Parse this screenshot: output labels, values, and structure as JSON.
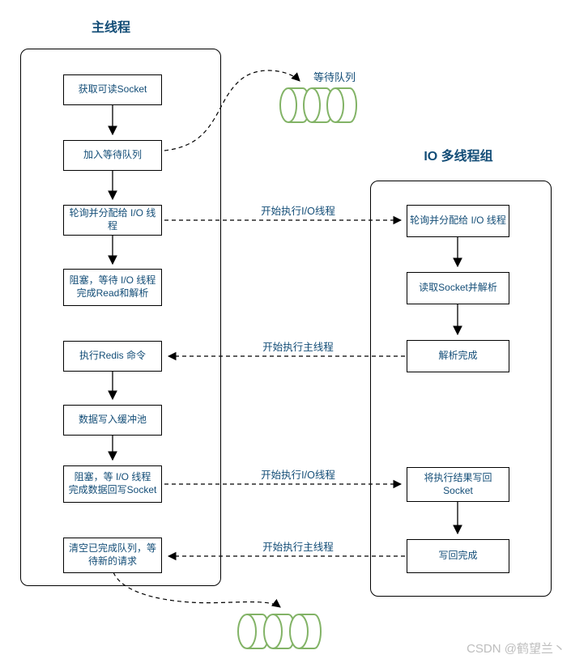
{
  "main_thread": {
    "title": "主线程",
    "boxes": [
      {
        "label": "获取可读Socket"
      },
      {
        "label": "加入等待队列"
      },
      {
        "label": "轮询并分配给 I/O 线程"
      },
      {
        "label": "阻塞，等待 I/O 线程\n完成Read和解析"
      },
      {
        "label": "执行Redis 命令"
      },
      {
        "label": "数据写入缓冲池"
      },
      {
        "label": "阻塞，等 I/O 线程\n完成数据回写Socket"
      },
      {
        "label": "清空已完成队列，等\n待新的请求"
      }
    ]
  },
  "io_thread_group": {
    "title": "IO 多线程组",
    "boxes": [
      {
        "label": "轮询并分配给 I/O 线程"
      },
      {
        "label": "读取Socket并解析"
      },
      {
        "label": "解析完成"
      },
      {
        "label": "将执行结果写回\nSocket"
      },
      {
        "label": "写回完成"
      }
    ]
  },
  "queues": {
    "wait_queue_label": "等待队列"
  },
  "cross_arrows": [
    {
      "label": "开始执行I/O线程",
      "direction": "right"
    },
    {
      "label": "开始执行主线程",
      "direction": "left"
    },
    {
      "label": "开始执行I/O线程",
      "direction": "right"
    },
    {
      "label": "开始执行主线程",
      "direction": "left"
    }
  ],
  "colors": {
    "text_blue": "#134d77",
    "queue_green": "#82b366",
    "line_black": "#000000",
    "watermark_gray": "#bdbdbd"
  },
  "watermark": "CSDN @鹤望兰丶"
}
